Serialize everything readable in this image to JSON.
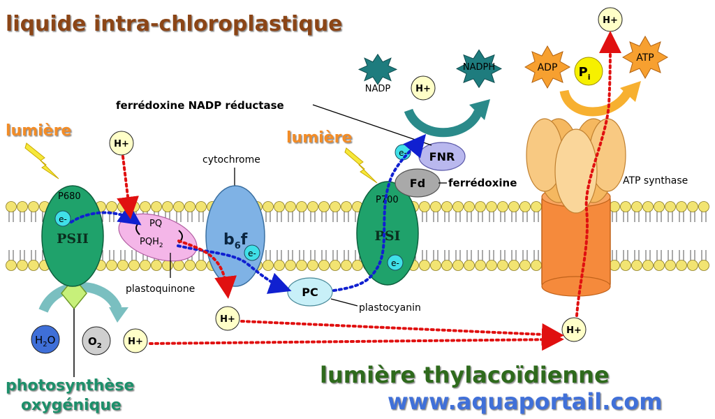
{
  "titles": {
    "stroma": "liquide intra-chloroplastique",
    "lumen": "lumière thylacoïdienne",
    "website": "www.aquaportail.com",
    "photosynthesis_line1": "photosynthèse",
    "photosynthesis_line2": "oxygénique"
  },
  "light": {
    "left": "lumière",
    "right": "lumière"
  },
  "psii": {
    "name": "PSII",
    "pigment": "P680",
    "electron": "e-"
  },
  "pq": {
    "oxidized": "PQ",
    "reduced_base": "PQH",
    "reduced_sub": "2",
    "label": "plastoquinone"
  },
  "cytochrome": {
    "label": "cytochrome",
    "name_base": "b",
    "name_sub": "6",
    "name_end": "f",
    "electron": "e-"
  },
  "pc": {
    "name": "PC",
    "label": "plastocyanin"
  },
  "psi": {
    "name": "PSI",
    "pigment": "P700",
    "electron": "e-"
  },
  "fd": {
    "name": "Fd",
    "label": "ferrédoxine"
  },
  "fnr": {
    "name": "FNR",
    "label": "ferrédoxine NADP réductase",
    "electron": "e-"
  },
  "nadp": {
    "nadp": "NADP",
    "nadph": "NADPH",
    "proton": "H+"
  },
  "atp": {
    "adp": "ADP",
    "pi_base": "P",
    "pi_sub": "i",
    "atp": "ATP",
    "label": "ATP synthase",
    "proton_top": "H+",
    "proton_lumen": "H+"
  },
  "water": {
    "h2o_base": "H",
    "h2o_sub": "2",
    "h2o_end": "O",
    "o2_base": "O",
    "o2_sub": "2",
    "proton": "H+"
  },
  "protons": {
    "pq_stroma": "H+",
    "cyt_lumen": "H+"
  },
  "colors": {
    "title_brown": "#8B4513",
    "light_orange": "#F28C28",
    "green_text": "#1F8F6A",
    "dark_green_text": "#2E6B1F",
    "site_blue": "#3F6FD8",
    "membrane_head": "#F2E472",
    "photosystem": "#1FA26B",
    "cytochrome": "#7FB2E5",
    "pq": "#F4B6E8",
    "pc": "#C8F0F8",
    "fnr": "#B9B8EE",
    "fd": "#A9A9A9",
    "proton_fill": "#FFFFC8",
    "electron_fill": "#40E0E8",
    "atp_head": "#F5B860",
    "atp_stalk": "#F58A3C",
    "teal_arrow": "#2A8A8A",
    "red_path": "#E01010",
    "blue_path": "#1020D0"
  }
}
